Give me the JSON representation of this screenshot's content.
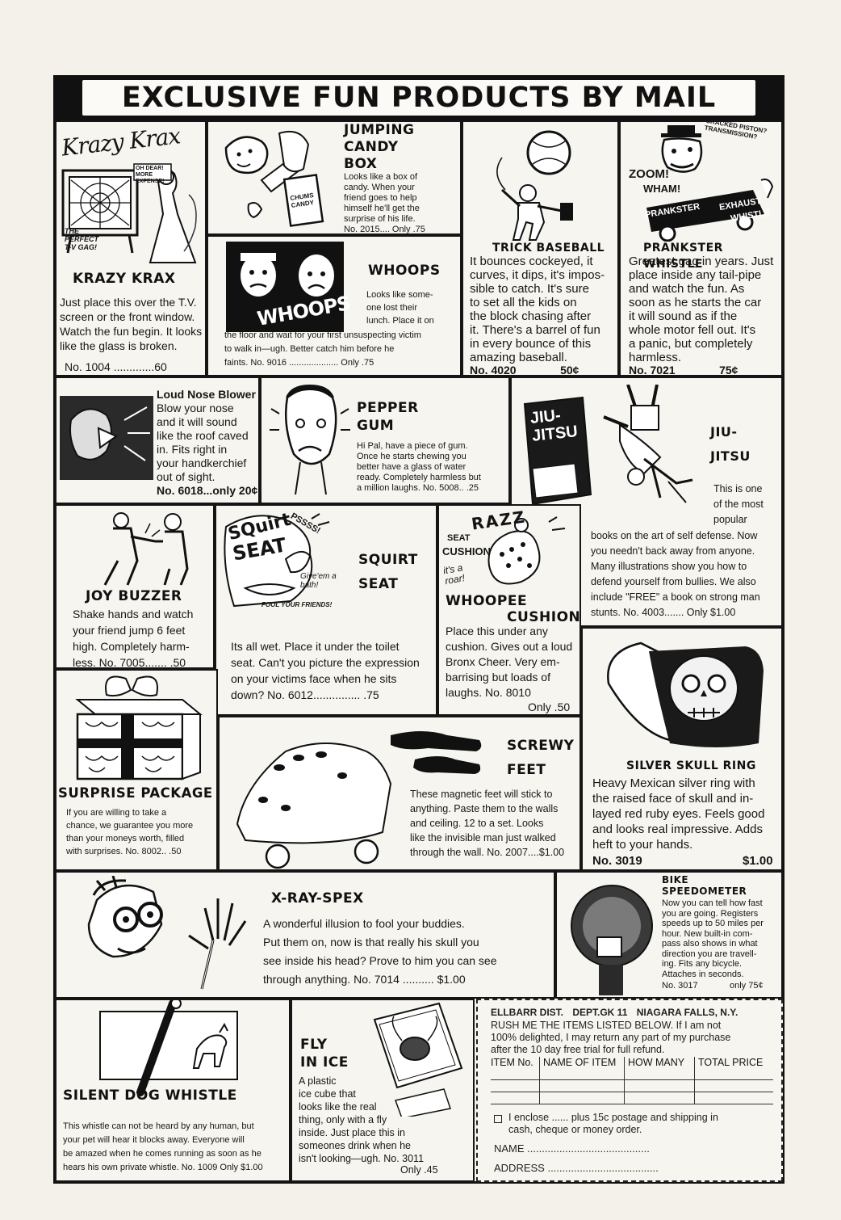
{
  "banner": {
    "title": "EXCLUSIVE FUN PRODUCTS BY MAIL"
  },
  "products": {
    "krazy_krax": {
      "logo": "Krazy Krax",
      "caption1": "OH DEAR!",
      "caption2": "MORE",
      "caption3": "EXPENSE!",
      "tag1": "THE",
      "tag2": "PERFECT",
      "tag3": "T-V GAG!",
      "title": "KRAZY KRAX",
      "lines": [
        "Just place this over the T.V.",
        "screen or the front window.",
        "Watch the fun begin. It looks",
        "like the glass is broken."
      ],
      "price": "No. 1004 .............60"
    },
    "jumping_candy_box": {
      "title_lines": [
        "JUMPING",
        "CANDY",
        "BOX"
      ],
      "can_label1": "CHUMS",
      "can_label2": "CANDY",
      "lines": [
        "Looks like a box of",
        "candy. When your",
        "friend goes to help",
        "himself he'll get the",
        "surprise of his life."
      ],
      "price": "No. 2015.... Only .75"
    },
    "trick_baseball": {
      "title": "TRICK BASEBALL",
      "lines": [
        "It bounces cockeyed, it",
        "curves, it dips, it's impos-",
        "sible to catch. It's sure",
        "to set all the kids on",
        "the block chasing after",
        "it. There's a barrel of fun",
        "in every bounce of this",
        "amazing baseball."
      ],
      "price": "No. 4020 ______ 50¢"
    },
    "prankster_whistle": {
      "caption": "CRACKED PISTON? TRANSMISSION?",
      "zoom": "ZOOM!",
      "wham": "WHAM!",
      "sign1": "PRANKSTER",
      "sign2": "EXHAUST",
      "sign3": "WHISTLE",
      "title": "PRANKSTER WHISTLE",
      "lines": [
        "Greatest gag in years. Just",
        "place inside any tail-pipe",
        "and watch the fun. As",
        "soon as he starts the car",
        "it will sound as if the",
        "whole motor fell out. It's",
        "a panic, but completely",
        "harmless."
      ],
      "price": "No. 7021 ______ 75¢"
    },
    "whoops": {
      "graphic": "WHOOPS",
      "title": "WHOOPS",
      "lines_right": [
        "Looks like some-",
        "one lost their",
        "lunch. Place it on"
      ],
      "lines": [
        "the floor and wait for your first unsuspecting victim",
        "to walk in—ugh. Better catch him before he",
        "faints. No. 9016 .................... Only .75"
      ]
    },
    "loud_nose_blower": {
      "title": "Loud Nose Blower",
      "lines": [
        "Blow your nose",
        "and it will sound",
        "like the roof caved",
        "in. Fits right in",
        "your handkerchief",
        "out of sight."
      ],
      "price": "No. 6018...only 20¢"
    },
    "pepper_gum": {
      "title_lines": [
        "PEPPER",
        "GUM"
      ],
      "lines": [
        "Hi Pal, have a piece of gum.",
        "Once he starts chewing you",
        "better have a glass of water",
        "ready. Completely harmless but",
        "a million laughs. No. 5008.. .25"
      ]
    },
    "jiu_jitsu": {
      "cover1": "JIU-",
      "cover2": "JITSU",
      "title_lines": [
        "JIU-",
        "JITSU"
      ],
      "lines_right": [
        "This is one",
        "of the most",
        "popular"
      ],
      "lines": [
        "books on the art of self defense. Now",
        "you needn't back away from anyone.",
        "Many illustrations show you how to",
        "defend yourself from bullies. We also",
        "include \"FREE\" a book on strong man",
        "stunts. No. 4003....... Only $1.00"
      ]
    },
    "joy_buzzer": {
      "title": "JOY BUZZER",
      "lines": [
        "Shake hands and watch",
        "your friend jump 6 feet",
        "high. Completely harm-",
        "less. No. 7005....... .50"
      ]
    },
    "squirt_seat": {
      "logo1": "SQuirt",
      "logo2": "SEAT",
      "pss": "PSSSS!",
      "give": "Give'em a bath!",
      "fool": "FOOL YOUR FRIENDS!",
      "title_lines": [
        "SQUIRT",
        "SEAT"
      ],
      "lines": [
        "Its all wet. Place it under the toilet",
        "seat. Can't you picture the expression",
        "on your victims face when he sits",
        "down? No. 6012............... .75"
      ]
    },
    "whoopee_cushion": {
      "razz": "RAZZ",
      "seat": "SEAT",
      "cushion": "CUSHION",
      "roar": "it's a roar!",
      "title_lines": [
        "WHOOPEE",
        "CUSHION"
      ],
      "lines": [
        "Place this under any",
        "cushion. Gives out a loud",
        "Bronx Cheer. Very em-",
        "barrising but loads of",
        "laughs. No. 8010"
      ],
      "price": "Only .50"
    },
    "surprise_package": {
      "title": "SURPRISE PACKAGE",
      "lines": [
        "If you are willing to take a",
        "chance, we guarantee you more",
        "than your moneys worth, filled",
        "with surprises. No. 8002.. .50"
      ]
    },
    "screwy_feet": {
      "title_lines": [
        "SCREWY",
        "FEET"
      ],
      "lines": [
        "These magnetic feet will stick to",
        "anything. Paste them to the walls",
        "and ceiling. 12 to a set. Looks",
        "like the invisible man just walked",
        "through the wall. No. 2007....$1.00"
      ]
    },
    "silver_skull_ring": {
      "title": "SILVER SKULL RING",
      "lines": [
        "Heavy Mexican silver ring with",
        "the raised face of skull and in-",
        "layed red ruby eyes. Feels good",
        "and looks real impressive. Adds",
        "heft to your hands."
      ],
      "price_no": "No. 3019",
      "price_val": "$1.00"
    },
    "x_ray_spex": {
      "title": "X-RAY-SPEX",
      "lines": [
        "A wonderful illusion to fool your buddies.",
        "Put them on, now is that really his skull you",
        "see inside his head? Prove to him you can see",
        "through anything. No. 7014 .......... $1.00"
      ]
    },
    "bike_speedometer": {
      "title_lines": [
        "BIKE",
        "SPEEDOMETER"
      ],
      "lines": [
        "Now you can tell how fast",
        "you are going. Registers",
        "speeds up to 50 miles per",
        "hour. New built-in com-",
        "pass also shows in what",
        "direction you are travell-",
        "ing. Fits any bicycle.",
        "Attaches in seconds."
      ],
      "price_no": "No. 3017",
      "price_val": "only 75¢"
    },
    "silent_dog_whistle": {
      "title": "SILENT DOG WHISTLE",
      "lines": [
        "This whistle can not be heard by any human, but",
        "your pet will hear it blocks away. Everyone will",
        "be amazed when he comes running as soon as he",
        "hears his own private whistle. No. 1009 Only $1.00"
      ]
    },
    "fly_in_ice": {
      "title_lines": [
        "FLY",
        "IN ICE"
      ],
      "lines": [
        "A plastic",
        "ice cube that",
        "looks like the real",
        "thing, only with a fly",
        "inside. Just place this in",
        "someones drink when he",
        "isn't looking—ugh. No. 3011"
      ],
      "price": "Only .45"
    }
  },
  "order_form": {
    "company": "ELLBARR DIST.",
    "dept": "DEPT.GK 11",
    "city": "NIAGARA FALLS, N.Y.",
    "lines": [
      "RUSH ME THE ITEMS LISTED BELOW. If I am not",
      "100% delighted, I may return any part of my purchase",
      "after the 10 day free trial for full refund."
    ],
    "columns": [
      "ITEM No.",
      "NAME OF ITEM",
      "HOW MANY",
      "TOTAL PRICE"
    ],
    "enclose_line1": "I enclose ...... plus 15c postage and shipping in",
    "enclose_line2": "cash, cheque or money order.",
    "name_label": "NAME ..........................................",
    "address_label": "ADDRESS ......................................"
  }
}
